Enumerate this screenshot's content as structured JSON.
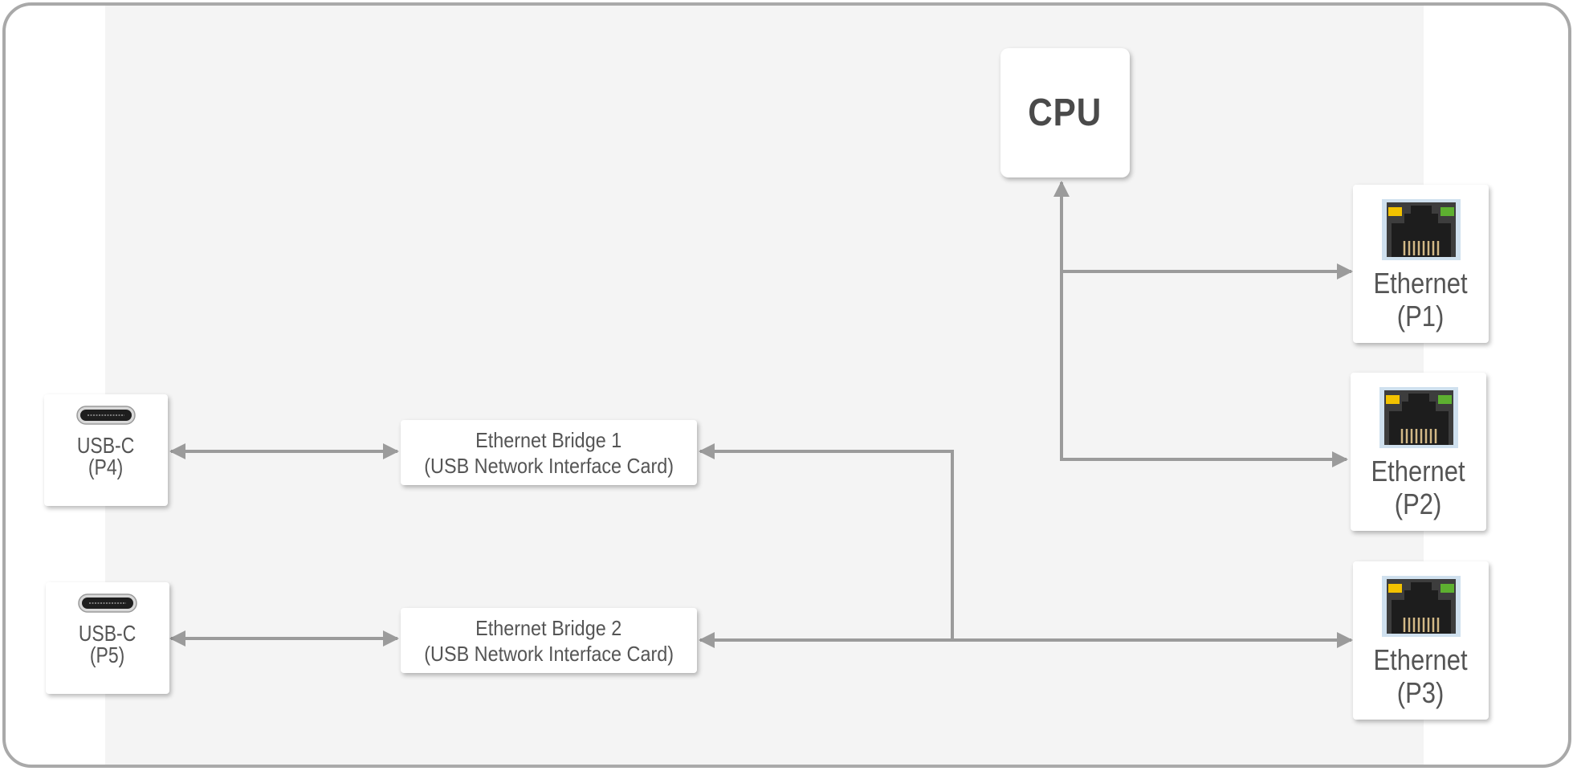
{
  "cpu": {
    "label": "CPU"
  },
  "ethernet_ports": [
    {
      "name": "Ethernet",
      "id": "(P1)"
    },
    {
      "name": "Ethernet",
      "id": "(P2)"
    },
    {
      "name": "Ethernet",
      "id": "(P3)"
    }
  ],
  "bridges": [
    {
      "line1": "Ethernet Bridge 1",
      "line2": "(USB Network Interface Card)"
    },
    {
      "line1": "Ethernet Bridge 2",
      "line2": "(USB Network Interface Card)"
    }
  ],
  "usb_ports": [
    {
      "name": "USB-C",
      "id": "(P4)"
    },
    {
      "name": "USB-C",
      "id": "(P5)"
    }
  ],
  "colors": {
    "connector": "#9b9b9b",
    "panel": "#f4f4f4",
    "frame": "#a9a9a9",
    "led_yellow": "#f2c200",
    "led_green": "#5db030"
  },
  "icons": {
    "ethernet": "rj45-port-icon",
    "usb": "usb-c-port-icon"
  }
}
